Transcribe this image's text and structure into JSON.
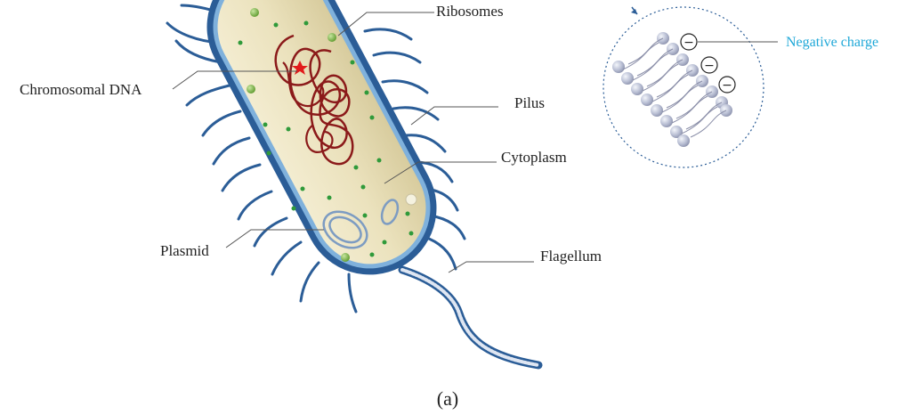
{
  "labels": {
    "ribosomes": "Ribosomes",
    "chromosomal_dna": "Chromosomal DNA",
    "pilus": "Pilus",
    "cytoplasm": "Cytoplasm",
    "plasmid": "Plasmid",
    "flagellum": "Flagellum",
    "negative_charge": "Negative charge",
    "caption": "(a)"
  },
  "charge_symbol": "−",
  "colors": {
    "cell_wall": "#2b5d97",
    "cytoplasm": "#ebe2bd",
    "dna": "#8b1a1a",
    "ribosome": "#3c9a3c",
    "membrane_circle": "#2b5d97",
    "negative_charge_text": "#1fa8d8"
  }
}
